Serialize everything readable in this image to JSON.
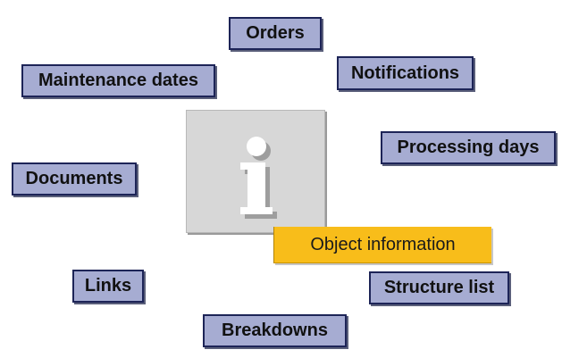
{
  "center": {
    "label": "Object information",
    "icon": "info-icon",
    "colors": {
      "tile": "#d7d7d7",
      "label": "#f8bd1a"
    }
  },
  "nodes": {
    "orders": "Orders",
    "notifications": "Notifications",
    "maintenance_dates": "Maintenance dates",
    "processing_days": "Processing days",
    "documents": "Documents",
    "links": "Links",
    "structure_list": "Structure list",
    "breakdowns": "Breakdowns"
  },
  "colors": {
    "node_fill": "#a6acd2",
    "node_border": "#1d2457"
  }
}
